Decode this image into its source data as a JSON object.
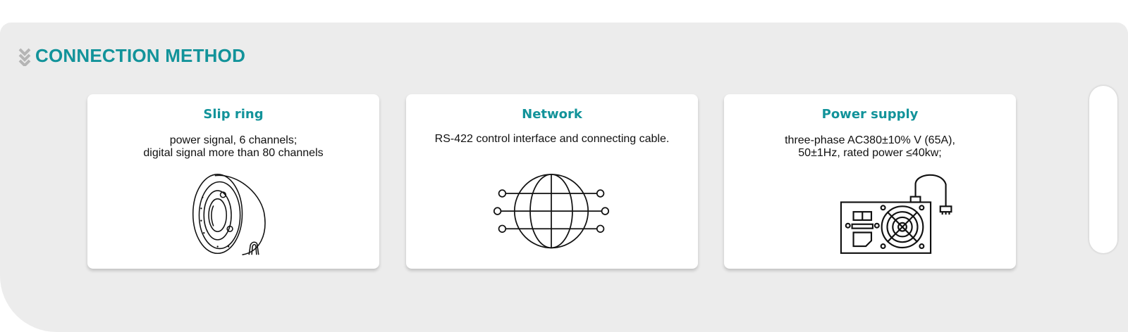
{
  "section": {
    "title": "CONNECTION METHOD",
    "icon": "double-chevron-down-icon"
  },
  "accent_color": "#12939a",
  "cards": [
    {
      "title": "Slip ring",
      "lines": [
        "power signal, 6 channels;",
        "digital signal more than 80 channels"
      ],
      "icon": "slip-ring-icon"
    },
    {
      "title": "Network",
      "lines": [
        "RS-422 control interface and connecting cable."
      ],
      "icon": "network-globe-icon"
    },
    {
      "title": "Power supply",
      "lines": [
        "three-phase AC380±10% V (65A),",
        "50±1Hz, rated power ≤40kw;"
      ],
      "icon": "power-supply-icon"
    }
  ]
}
